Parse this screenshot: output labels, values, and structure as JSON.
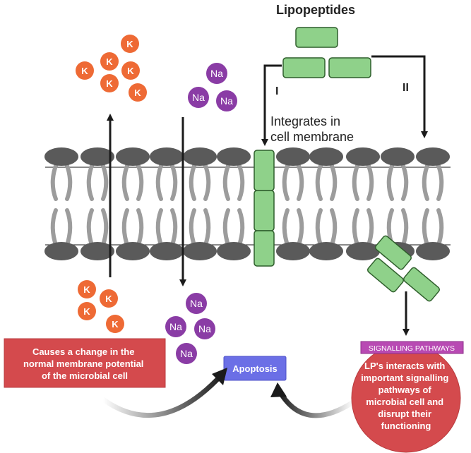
{
  "title": "Lipopeptides",
  "pathway_labels": {
    "one": "I",
    "two": "II"
  },
  "integrates_text": [
    "Integrates in",
    "cell membrane"
  ],
  "ions": {
    "potassium": "K",
    "sodium": "Na"
  },
  "membrane_potential_box": [
    "Causes a change in the",
    "normal membrane potential",
    "of the microbial cell"
  ],
  "apoptosis": "Apoptosis",
  "signalling_header": "SIGNALLING PATHWAYS",
  "signalling_circle": [
    "LP's interacts with",
    "important signalling",
    "pathways of",
    "microbial cell and",
    "disrupt their",
    "functioning"
  ],
  "colors": {
    "potassium": "#ee6a35",
    "sodium": "#8a3ca5",
    "lipopeptide_fill": "#8fd18a",
    "lipopeptide_stroke": "#2f5f2c",
    "lipid_head": "#5a5a5a",
    "lipid_tail": "#9c9c9c",
    "red_box": "#d44a4d",
    "apoptosis_box": "#6b6fe6",
    "signalling_header": "#b84ab3",
    "arrow": "#1b1b1b"
  }
}
